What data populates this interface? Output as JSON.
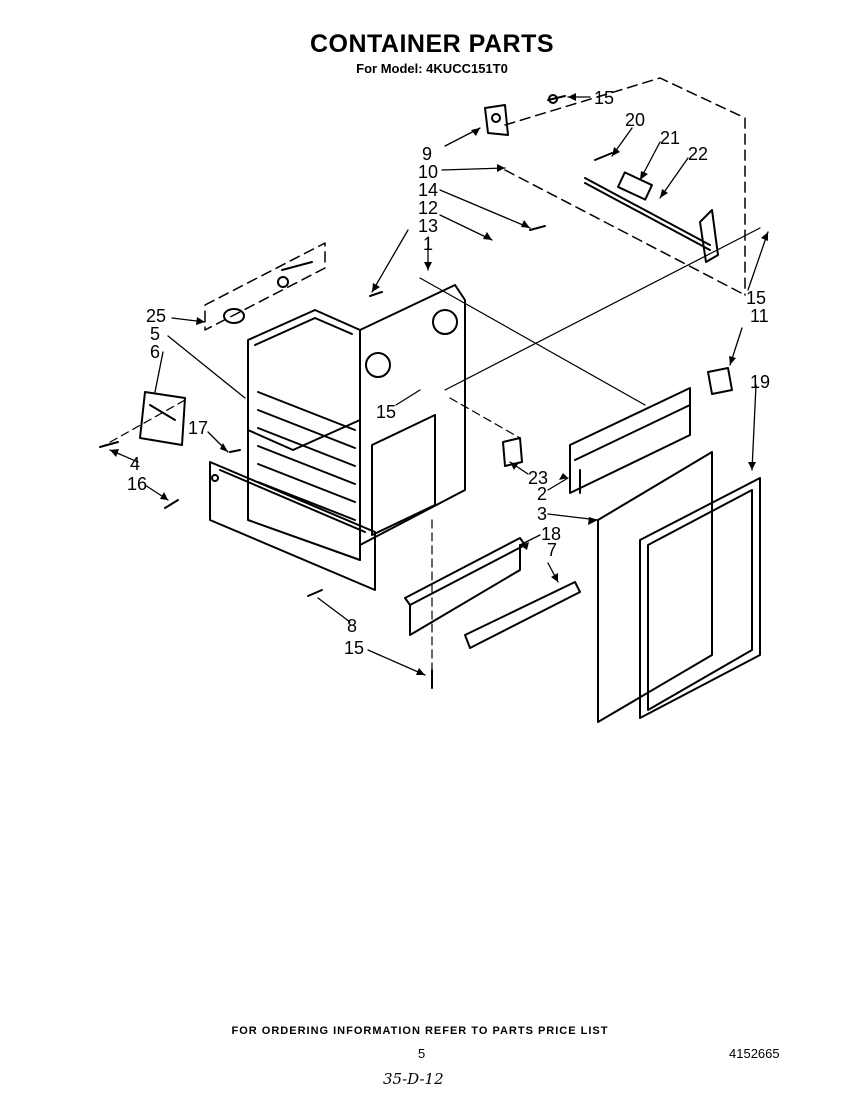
{
  "title": "CONTAINER PARTS",
  "model_line": "For Model: 4KUCC151T0",
  "callouts": [
    "15",
    "9",
    "10",
    "20",
    "21",
    "22",
    "14",
    "12",
    "13",
    "1",
    "15",
    "11",
    "25",
    "5",
    "6",
    "19",
    "15",
    "17",
    "4",
    "16",
    "23",
    "2",
    "3",
    "18",
    "7",
    "8",
    "15"
  ],
  "footer_note": "FOR ORDERING INFORMATION REFER TO PARTS PRICE LIST",
  "page_number": "5",
  "document_number": "4152665",
  "handwritten_note": "35-D-12"
}
